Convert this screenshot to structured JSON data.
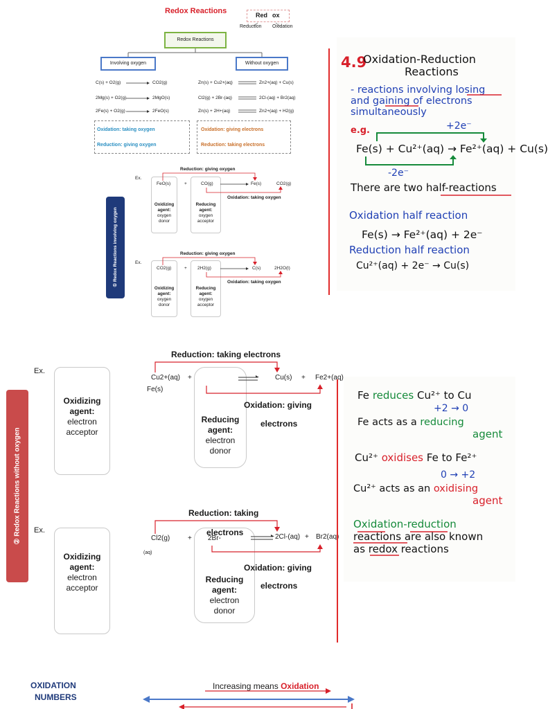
{
  "top": {
    "title": "Redox Reactions",
    "redox_word": {
      "red": "Red",
      "ox": "ox"
    },
    "redox_parts": {
      "reduction": "Reduction",
      "oxidation": "Oxidation"
    },
    "center_box": "Redox Reactions",
    "left_box": "Involving oxygen",
    "right_box": "Without oxygen",
    "left_eqs": [
      {
        "lhs": "C(s) + O2(g)",
        "rhs": "CO2(g)"
      },
      {
        "lhs": "2Mg(s) + O2(g)",
        "rhs": "2MgO(s)"
      },
      {
        "lhs": "2Fe(s) + O2(g)",
        "rhs": "2FeO(s)"
      }
    ],
    "right_eqs": [
      {
        "lhs": "Zn(s) + Cu2+(aq)",
        "rhs": "Zn2+(aq) + Cu(s)"
      },
      {
        "lhs": "Cl2(g) + 2Br-(aq)",
        "rhs": "2Cl-(aq) + Br2(aq)"
      },
      {
        "lhs": "Zn(s) + 2H+(aq)",
        "rhs": "Zn2+(aq) + H2(g)"
      }
    ],
    "left_def": {
      "ox": "Oxidation: taking oxygen",
      "red": "Reduction: giving oxygen"
    },
    "right_def": {
      "ox": "Oxidation: giving electrons",
      "red": "Reduction: taking electrons"
    },
    "side_label": "① Redox Reactions involving oxygen",
    "ex1": {
      "ex": "Ex.",
      "red_label": "Reduction: giving oxygen",
      "ox_label": "Oxidation: taking oxygen",
      "a": "FeO(s)",
      "plus": "+",
      "b": "CO(g)",
      "c": "Fe(s)",
      "d": "CO2(g)",
      "oxidizing": [
        "Oxidizing",
        "agent:",
        "oxygen",
        "donor"
      ],
      "reducing": [
        "Reducing",
        "agent:",
        "oxygen",
        "acceptor"
      ]
    },
    "ex2": {
      "ex": "Ex.",
      "red_label": "Reduction: giving oxygen",
      "ox_label": "Oxidation: taking oxygen",
      "a": "CO2(g)",
      "plus": "+",
      "b": "2H2(g)",
      "c": "C(s)",
      "d": "2H2O(l)",
      "oxidizing": [
        "Oxidizing",
        "agent:",
        "oxygen",
        "donor"
      ],
      "reducing": [
        "Reducing",
        "agent:",
        "oxygen",
        "acceptor"
      ]
    }
  },
  "note1": {
    "num": "4.9",
    "title1": "Oxidation-Reduction",
    "title2": "Reactions",
    "def": [
      "- reactions involving losing",
      "and gaining of electrons",
      "simultaneously"
    ],
    "eg": "e.g.",
    "plus2e": "+2e⁻",
    "minus2e": "-2e⁻",
    "equation": "Fe(s) + Cu²⁺(aq) → Fe²⁺(aq) + Cu(s)",
    "two_half": "There are two half-reactions",
    "ox_half_title": "Oxidation half reaction",
    "ox_half_eq": "Fe(s) → Fe²⁺(aq) + 2e⁻",
    "red_half_title": "Reduction half reaction",
    "red_half_eq": "Cu²⁺(aq) + 2e⁻ → Cu(s)"
  },
  "mid": {
    "side_label": "② Redox Reactions without oxygen",
    "ex1": {
      "ex": "Ex.",
      "red_label": "Reduction: taking electrons",
      "cu": "Cu2+(aq)",
      "fe_left": "Fe(s)",
      "plus1": "+",
      "cu_prod": "Cu(s)",
      "plus2": "+",
      "fe_prod": "Fe2+(aq)",
      "ox_label1": "Oxidation: giving",
      "ox_label2": "electrons",
      "oxidizing": [
        "Oxidizing",
        "agent:",
        "electron",
        "acceptor"
      ],
      "reducing": [
        "Reducing",
        "agent:",
        "electron",
        "donor"
      ]
    },
    "ex2": {
      "ex": "Ex.",
      "red_label1": "Reduction: taking",
      "red_label2": "electrons",
      "cl2": "Cl2(g)",
      "aq": "(aq)",
      "plus1": "+",
      "br": "2Br-",
      "cl_prod": "2Cl-(aq)",
      "plus2": "+",
      "br2": "Br2(aq)",
      "ox_label1": "Oxidation: giving",
      "ox_label2": "electrons",
      "oxidizing": [
        "Oxidizing",
        "agent:",
        "electron",
        "acceptor"
      ],
      "reducing": [
        "Reducing",
        "agent:",
        "electron",
        "donor"
      ]
    }
  },
  "note2": {
    "l1": [
      "Fe ",
      "reduces",
      " Cu²⁺ to Cu"
    ],
    "l1b": "+2 → 0",
    "l2": [
      "Fe acts as a ",
      "reducing"
    ],
    "l2b": "agent",
    "l3": [
      "Cu²⁺ ",
      "oxidises",
      " Fe to Fe²⁺"
    ],
    "l3b": "0 → +2",
    "l4": [
      "Cu²⁺ acts as an ",
      "oxidising"
    ],
    "l4b": "agent",
    "l5": [
      "Oxidation-reduction",
      "reactions are also known",
      "as redox reactions"
    ]
  },
  "bottom": {
    "title1": "OXIDATION",
    "title2": "NUMBERS",
    "inc": "Increasing means ",
    "inc_red": "Oxidation"
  },
  "colors": {
    "title_red": "#d8202a",
    "box_green": "#7cb342",
    "box_blue": "#4a78c8",
    "side_navy": "#1f3a7a",
    "side_red": "#c94b4b",
    "teal": "#2a8fc2",
    "orange": "#c9702a"
  }
}
